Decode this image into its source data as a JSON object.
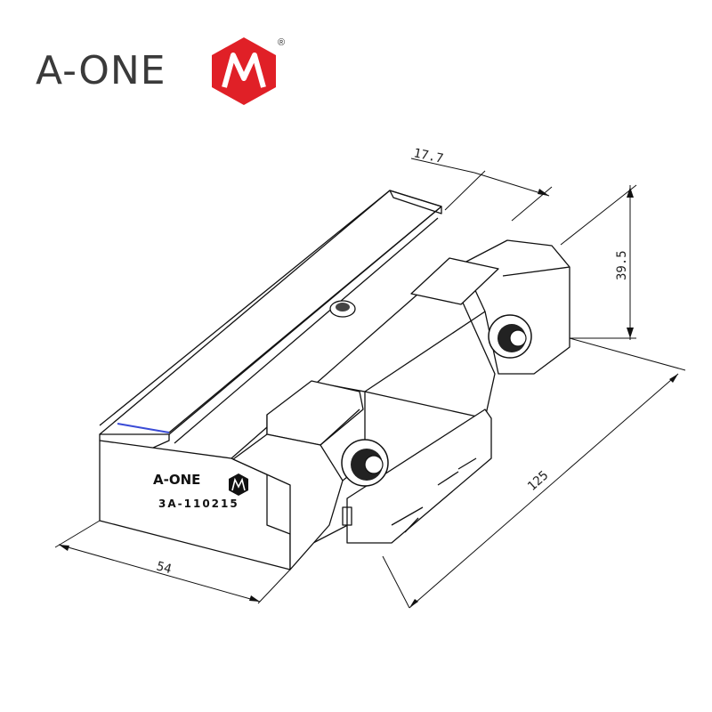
{
  "brand": {
    "name": "A-ONE",
    "registered": "®",
    "accent": "#e02027",
    "text_color": "#3a3a3a"
  },
  "part": {
    "logo_text": "A-ONE",
    "part_number": "3A-110215"
  },
  "dimensions": {
    "depth": "17.7",
    "height": "39.5",
    "length": "125",
    "width": "54"
  }
}
